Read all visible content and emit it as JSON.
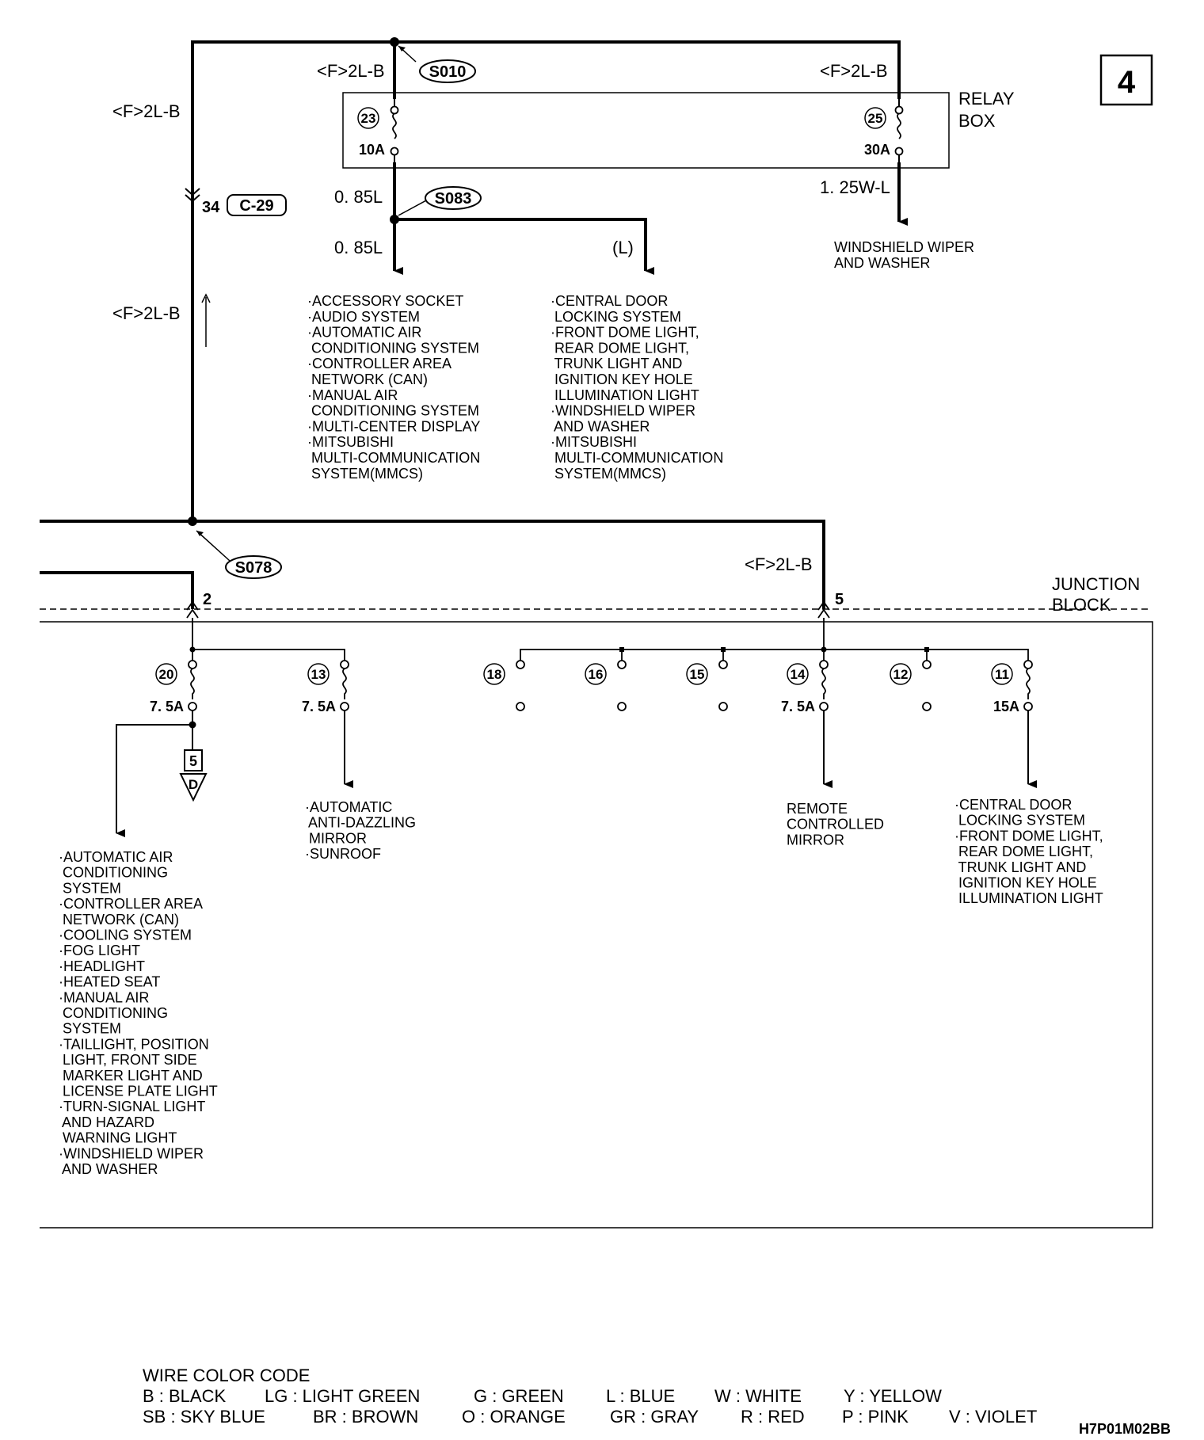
{
  "page_number": "4",
  "relay_box": {
    "line1": "RELAY",
    "line2": "BOX"
  },
  "junction_block": {
    "line1": "JUNCTION",
    "line2": "BLOCK"
  },
  "wire_left_top": "<F>2L-B",
  "wire_left_mid": "<F>2L-B",
  "connector_pin": "34",
  "connector_id": "C-29",
  "splice_s010": "S010",
  "splice_s083": "S083",
  "splice_s078": "S078",
  "wire_fuse23_in": "<F>2L-B",
  "wire_fuse25_in": "<F>2L-B",
  "wire_jb5_in": "<F>2L-B",
  "relay_fuses": [
    {
      "num": "23",
      "rating": "10A"
    },
    {
      "num": "25",
      "rating": "30A"
    }
  ],
  "wire_085L_a": "0. 85L",
  "wire_085L_b": "0. 85L",
  "wire_L": "(L)",
  "wire_125WL": "1. 25W-L",
  "dest_windshield": [
    "WINDSHIELD WIPER",
    "AND WASHER"
  ],
  "dest_relay_left": [
    "·ACCESSORY SOCKET",
    "·AUDIO SYSTEM",
    "·AUTOMATIC AIR",
    " CONDITIONING SYSTEM",
    "·CONTROLLER AREA",
    " NETWORK (CAN)",
    "·MANUAL AIR",
    " CONDITIONING SYSTEM",
    "·MULTI-CENTER DISPLAY",
    "·MITSUBISHI",
    " MULTI-COMMUNICATION",
    " SYSTEM(MMCS)"
  ],
  "dest_relay_right": [
    "·CENTRAL DOOR",
    " LOCKING SYSTEM",
    "·FRONT DOME LIGHT,",
    " REAR DOME LIGHT,",
    " TRUNK LIGHT AND",
    " IGNITION KEY HOLE",
    " ILLUMINATION LIGHT",
    "·WINDSHIELD WIPER",
    " AND WASHER",
    "·MITSUBISHI",
    " MULTI-COMMUNICATION",
    " SYSTEM(MMCS)"
  ],
  "jb_pin_left": "2",
  "jb_pin_right": "5",
  "jb_fuses": [
    {
      "num": "20",
      "rating": "7. 5A"
    },
    {
      "num": "13",
      "rating": "7. 5A"
    },
    {
      "num": "18",
      "rating": ""
    },
    {
      "num": "16",
      "rating": ""
    },
    {
      "num": "15",
      "rating": ""
    },
    {
      "num": "14",
      "rating": "7. 5A"
    },
    {
      "num": "12",
      "rating": ""
    },
    {
      "num": "11",
      "rating": "15A"
    }
  ],
  "ground_ref": {
    "num": "5",
    "letter": "D"
  },
  "dest_fuse20": [
    "·AUTOMATIC AIR",
    " CONDITIONING",
    " SYSTEM",
    "·CONTROLLER AREA",
    " NETWORK (CAN)",
    "·COOLING SYSTEM",
    "·FOG LIGHT",
    "·HEADLIGHT",
    "·HEATED SEAT",
    "·MANUAL AIR",
    " CONDITIONING",
    " SYSTEM",
    "·TAILLIGHT, POSITION",
    " LIGHT, FRONT SIDE",
    " MARKER LIGHT AND",
    " LICENSE PLATE LIGHT",
    "·TURN-SIGNAL LIGHT",
    " AND HAZARD",
    " WARNING LIGHT",
    "·WINDSHIELD WIPER",
    " AND WASHER"
  ],
  "dest_fuse13": [
    "·AUTOMATIC",
    " ANTI-DAZZLING",
    " MIRROR",
    "·SUNROOF"
  ],
  "dest_fuse14": [
    "REMOTE",
    "CONTROLLED",
    "MIRROR"
  ],
  "dest_fuse11": [
    "·CENTRAL DOOR",
    " LOCKING SYSTEM",
    "·FRONT DOME LIGHT,",
    " REAR DOME LIGHT,",
    " TRUNK LIGHT AND",
    " IGNITION KEY HOLE",
    " ILLUMINATION LIGHT"
  ],
  "legend": {
    "title": "WIRE COLOR CODE",
    "row1": [
      "B : BLACK",
      "LG : LIGHT GREEN",
      "G : GREEN",
      "L : BLUE",
      "W : WHITE",
      "Y : YELLOW"
    ],
    "row2": [
      "SB : SKY BLUE",
      "BR : BROWN",
      "O : ORANGE",
      "GR : GRAY",
      "R : RED",
      "P : PINK",
      "V : VIOLET"
    ]
  },
  "figure_code": "H7P01M02BB"
}
